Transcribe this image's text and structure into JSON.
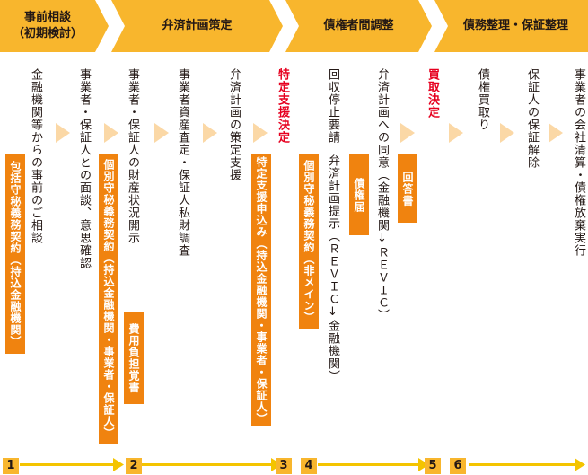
{
  "colors": {
    "header_fill": "#f8b62d",
    "chevron_fill": "#fbd8a6",
    "tag_fill": "#f0830f",
    "emphasis_text": "#e6001f",
    "timeline_line": "#f4c400"
  },
  "phases": [
    {
      "label": "事前相談\n（初期検討）"
    },
    {
      "label": "弁済計画策定"
    },
    {
      "label": "債権者間調整"
    },
    {
      "label": "債務整理・保証整理"
    }
  ],
  "steps": {
    "s1": "金融機関等からの事前のご相談",
    "s2": "事業者・保証人との面談、意思確認",
    "s3": "事業者・保証人の財産状況開示",
    "s4": "事業者資産査定・保証人私財調査",
    "s5": "弁済計画の策定支援",
    "s6": "特定支援決定",
    "s7a": "回収停止要請",
    "s7b": "弁済計画提示（ＲＥＶＩＣ↓金融機関）",
    "s8": "弁済計画への同意（金融機関↓ＲＥＶＩＣ）",
    "s9": "買取決定",
    "s10": "債権買取り",
    "s11": "保証人の保証解除",
    "s12": "事業者の会社清算・債権放棄実行"
  },
  "tags": {
    "t1": "包括守秘義務契約（持込金融機関）",
    "t2": "個別守秘義務契約（持込金融機関・事業者・保証人）",
    "t3": "費用負担覚書",
    "t4": "特定支援申込み（持込金融機関・事業者・保証人）",
    "t5": "個別守秘義務契約（非メイン）",
    "t6": "債権届",
    "t7": "回答書"
  },
  "timeline": {
    "numbers": [
      "1",
      "2",
      "3",
      "4",
      "5",
      "6"
    ]
  }
}
